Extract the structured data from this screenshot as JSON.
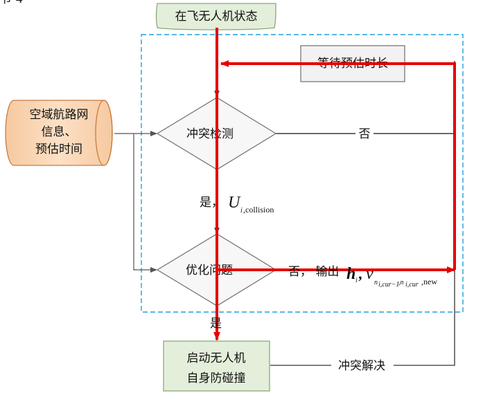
{
  "title_fragment": "节 4",
  "nodes": {
    "state": "在飞无人机状态",
    "wait": "等待预估时长",
    "collision_check": "冲突检测",
    "optimize": "优化问题",
    "source_line1": "空域航路网",
    "source_line2": "信息、",
    "source_line3": "预估时间",
    "avoidance_line1": "启动无人机",
    "avoidance_line2": "自身防碰撞"
  },
  "edge_labels": {
    "no_1": "否",
    "yes_1_prefix": "是，",
    "yes_1_var": "U",
    "yes_1_sub_i": "i",
    "yes_1_sub_collision": ",collision",
    "no_2_prefix": "否， 输出",
    "out_h": "h",
    "out_h_sub": "i",
    "out_comma": ",",
    "out_v": "v",
    "out_v_sub": "n",
    "out_v_sub2": "i,cur−1",
    "out_v_sub3": ",n",
    "out_v_sub4": "i,cur",
    "out_v_sub5": ",new",
    "yes_2": "是",
    "resolve": "冲突解决"
  },
  "colors": {
    "node_fill_green": "#e3efda",
    "node_border_green": "#8aa876",
    "wait_fill": "#f2f2f2",
    "cylinder_fill": "#fbd5b5",
    "cylinder_border": "#d88a4a",
    "highlight_path": "#e60000",
    "dashed_box": "#1e9fe0",
    "connector": "#333333"
  }
}
